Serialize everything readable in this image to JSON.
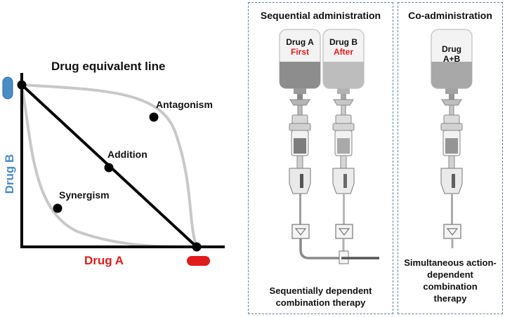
{
  "isobologram": {
    "title": "Drug equivalent line",
    "x_axis_label": "Drug A",
    "y_axis_label": "Drug B",
    "curves": {
      "antagonism": "Antagonism",
      "addition": "Addition",
      "synergism": "Synergism"
    },
    "colors": {
      "drug_a": "#e01b1b",
      "drug_b": "#4a8cc8",
      "curve": "#c8c8c8"
    }
  },
  "sequential": {
    "title": "Sequential administration",
    "bag_a": {
      "name": "Drug A",
      "tag": "First"
    },
    "bag_b": {
      "name": "Drug B",
      "tag": "After"
    },
    "caption_line1": "Sequentially dependent",
    "caption_line2": "combination therapy"
  },
  "coadmin": {
    "title": "Co-administration",
    "bag": {
      "name": "Drug",
      "name2": "A+B"
    },
    "caption_line1": "Simultaneous action-",
    "caption_line2": "dependent",
    "caption_line3": "combination",
    "caption_line4": "therapy"
  }
}
